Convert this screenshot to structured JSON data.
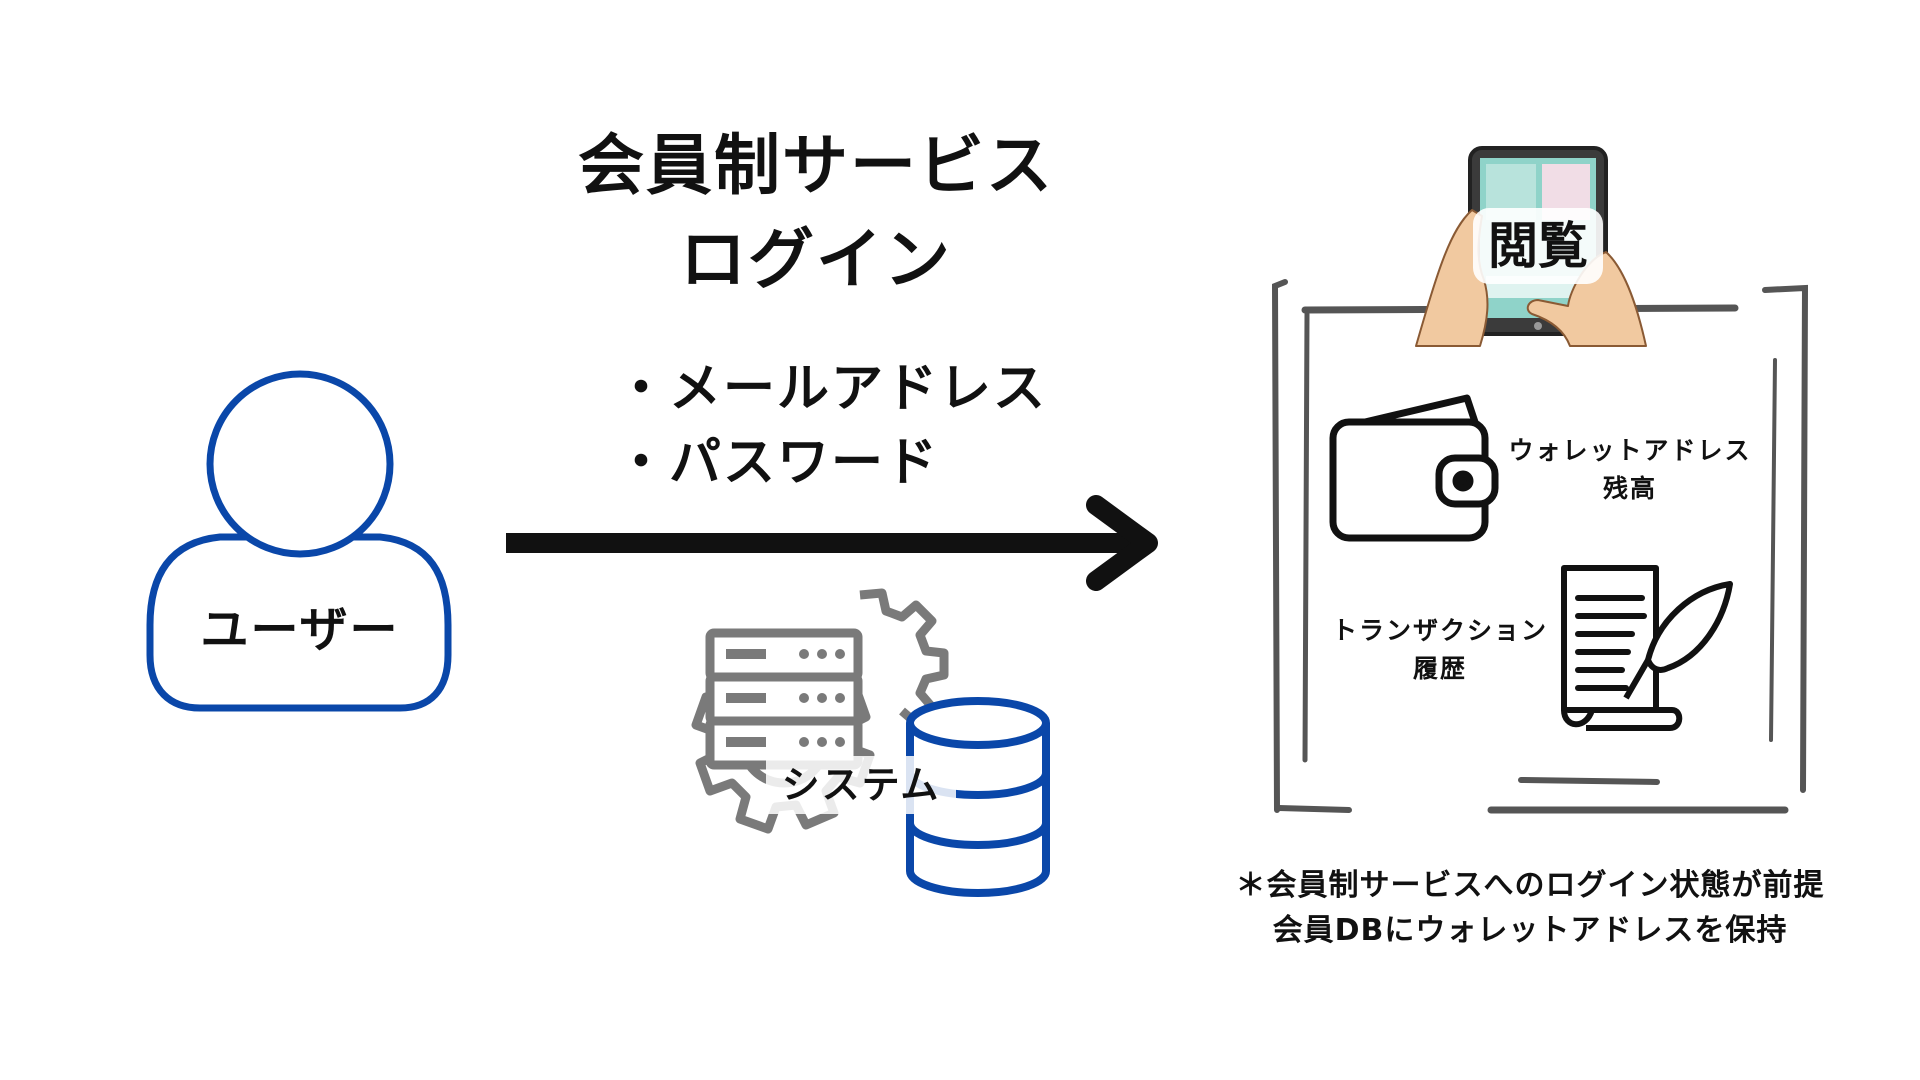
{
  "title": {
    "line1": "会員制サービス",
    "line2": "ログイン"
  },
  "credentials": {
    "item1": "・メールアドレス",
    "item2": "・パスワード"
  },
  "user": {
    "label": "ユーザー"
  },
  "system": {
    "label": "システム"
  },
  "view": {
    "label": "閲覧",
    "wallet_line1": "ウォレットアドレス",
    "wallet_line2": "残高",
    "transaction_line1": "トランザクション",
    "transaction_line2": "履歴"
  },
  "note": {
    "line1": "＊会員制サービスへのログイン状態が前提",
    "line2": "会員DBにウォレットアドレスを保持"
  },
  "colors": {
    "user_outline": "#0a47a9",
    "db_outline": "#0a47a9",
    "gear_gray": "#7a7a7a",
    "arrow": "#111111",
    "frame": "#555555",
    "tablet_screen": "#8fd3c9",
    "hand_skin": "#f1c9a0"
  }
}
